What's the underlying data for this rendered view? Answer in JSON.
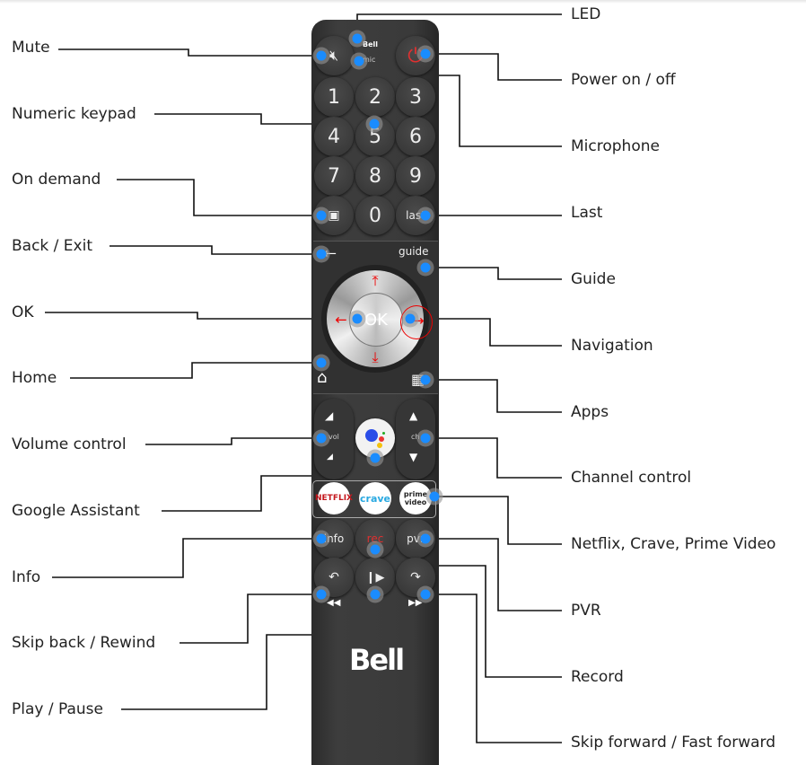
{
  "left_labels": [
    "Mute",
    "Numeric keypad",
    "On demand",
    "Back / Exit",
    "OK",
    "Home",
    "Volume control",
    "Google Assistant",
    "Info",
    "Skip back / Rewind",
    "Play / Pause"
  ],
  "right_labels": [
    "LED",
    "Power on / off",
    "Microphone",
    "Last",
    "Guide",
    "Navigation",
    "Apps",
    "Channel control",
    "Netflix, Crave, Prime Video",
    "PVR",
    "Record",
    "Skip forward / Fast forward"
  ],
  "remote": {
    "brand_small": "Bell",
    "mic": "mic",
    "keys": [
      "1",
      "2",
      "3",
      "4",
      "5",
      "6",
      "7",
      "8",
      "9",
      "0"
    ],
    "last": "last",
    "guide": "guide",
    "ok": "OK",
    "vol": "vol",
    "ch": "ch",
    "netflix": "NETFLIX",
    "crave": "crave",
    "prime": "prime video",
    "info": "info",
    "rec": "rec",
    "pvr": "pvr",
    "logo": "Bell"
  },
  "colors": {
    "dot": "#1a8cff",
    "power": "#e03030",
    "rec": "#e03030",
    "annotation": "#e00000"
  }
}
